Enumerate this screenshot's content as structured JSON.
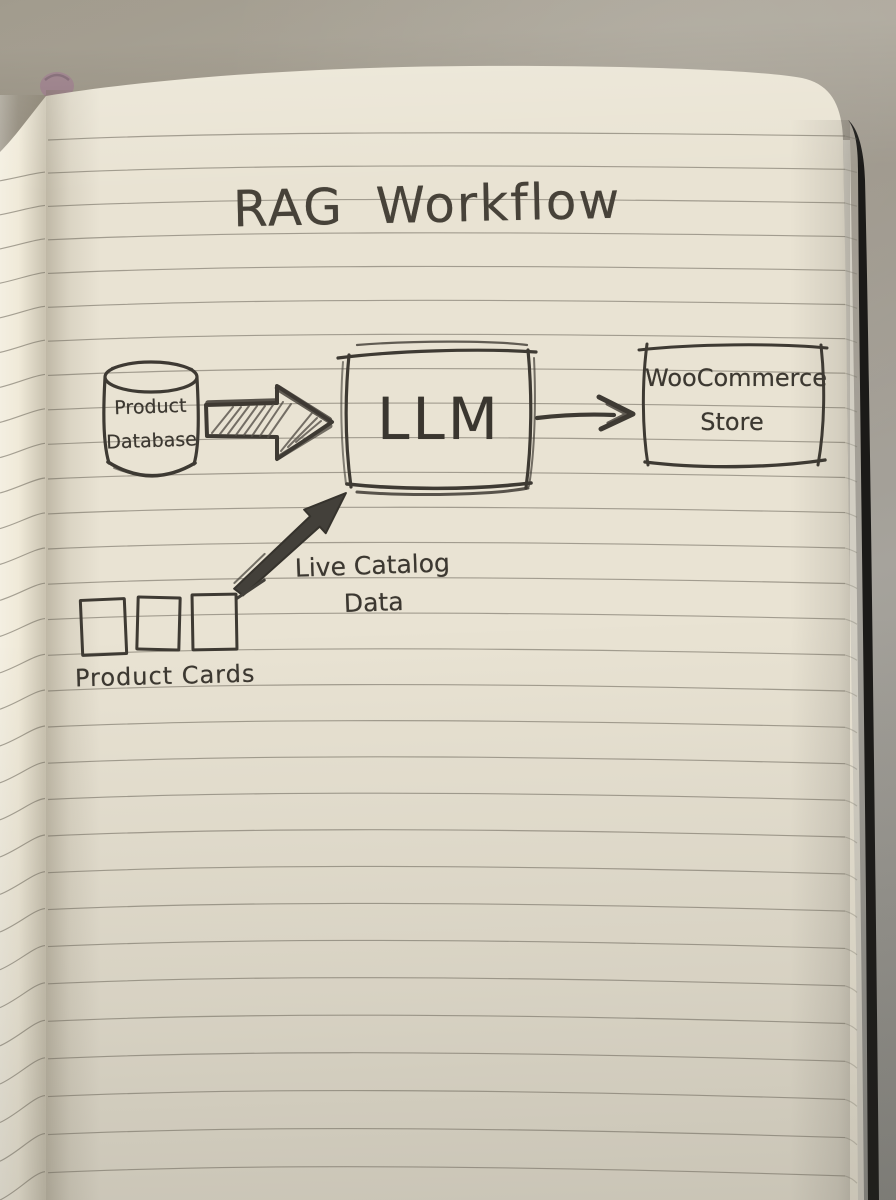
{
  "diagram": {
    "title": "RAG Workflow",
    "nodes": [
      {
        "id": "product-database",
        "shape": "database-cylinder",
        "label": "Product Database",
        "label_lines": [
          "Product",
          "Database"
        ]
      },
      {
        "id": "llm",
        "shape": "sketch-rectangle",
        "label": "LLM"
      },
      {
        "id": "woocommerce-store",
        "shape": "sketch-rectangle",
        "label": "WooCommerce Store",
        "label_lines": [
          "WooCommerce",
          "Store"
        ]
      },
      {
        "id": "product-cards",
        "shape": "three-squares",
        "label": "Product Cards"
      }
    ],
    "edges": [
      {
        "from": "product-database",
        "to": "llm",
        "style": "thick-hatched-block-arrow",
        "label": ""
      },
      {
        "from": "llm",
        "to": "woocommerce-store",
        "style": "thin-line-arrow",
        "label": ""
      },
      {
        "from": "product-cards",
        "to": "llm",
        "style": "thick-solid-diagonal-arrow",
        "label": "Live Catalog Data",
        "label_lines": [
          "Live Catalog",
          "Data"
        ]
      }
    ]
  },
  "colors": {
    "paper": "#e9e3d3",
    "paper_sliver": "#f0ead9",
    "wall": "#9a948b",
    "ink": "#3c3831",
    "ruled_line": "#6e695d",
    "notebook_cover": "#1b1a18",
    "page_stack_edge": "#d2cec3",
    "bookmark": "#8c6d79"
  }
}
